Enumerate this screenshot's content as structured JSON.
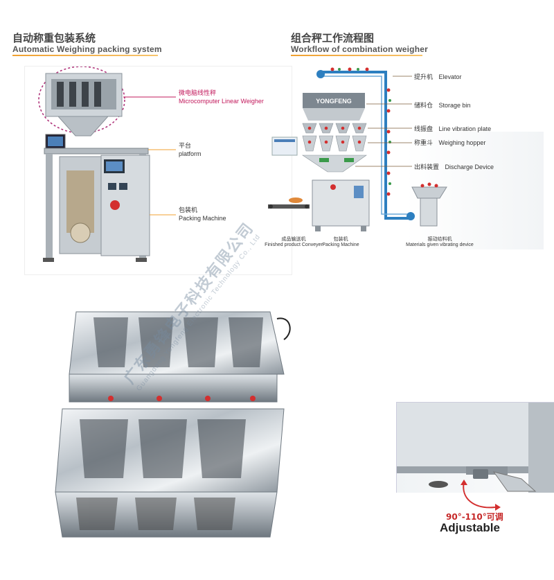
{
  "left_section": {
    "title_cn": "自动称重包装系统",
    "title_en": "Automatic Weighing packing system",
    "callouts": [
      {
        "cn": "微电脑线性秤",
        "en": "Microcomputer Linear Weigher"
      },
      {
        "cn": "平台",
        "en": "platform"
      },
      {
        "cn": "包装机",
        "en": "Packing Machine"
      }
    ]
  },
  "right_section": {
    "title_cn": "组合秤工作流程图",
    "title_en": "Workflow of combination weigher",
    "brand": "YONGFENG",
    "callouts": [
      {
        "cn": "提升机",
        "en": "Elevator"
      },
      {
        "cn": "储料仓",
        "en": "Storage bin"
      },
      {
        "cn": "线振盘",
        "en": "Line vibration plate"
      },
      {
        "cn": "称重斗",
        "en": "Weighing hopper"
      },
      {
        "cn": "出料装置",
        "en": "Discharge Device"
      }
    ],
    "bottom_labels": [
      {
        "cn": "成品输送机",
        "en": "Finished product Conveyer"
      },
      {
        "cn": "包装机",
        "en": "Packing Machine"
      },
      {
        "cn": "振动给料机",
        "en": "Materials given vibrating device"
      }
    ]
  },
  "watermark": {
    "cn": "广东勇锋电子科技有限公司",
    "en": "Guangdong Yongfeng Electronic Technology Co., Ltd"
  },
  "detail": {
    "angle_text": "90°-110°可调",
    "adjustable_text": "Adjustable"
  },
  "colors": {
    "accent_orange": "#f0a030",
    "pink": "#c2185b",
    "red": "#d32f2f",
    "blue_belt": "#2d7fc0"
  }
}
